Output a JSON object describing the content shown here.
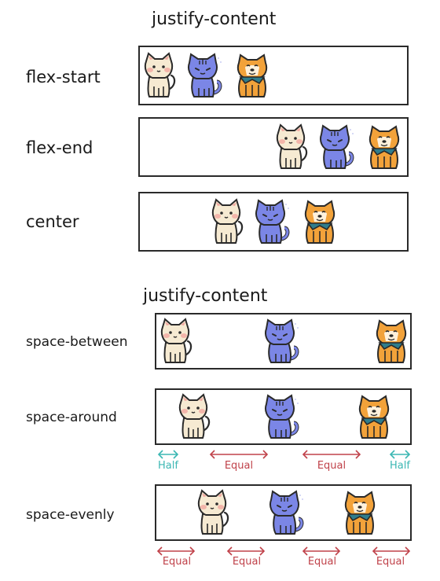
{
  "section1": {
    "heading": "justify-content",
    "rows": [
      {
        "label": "flex-start"
      },
      {
        "label": "flex-end"
      },
      {
        "label": "center"
      }
    ]
  },
  "section2": {
    "heading": "justify-content",
    "rows": [
      {
        "label": "space-between"
      },
      {
        "label": "space-around",
        "gaps": [
          "Half",
          "Equal",
          "Equal",
          "Half"
        ]
      },
      {
        "label": "space-evenly",
        "gaps": [
          "Equal",
          "Equal",
          "Equal",
          "Equal"
        ]
      }
    ]
  },
  "pets": [
    "cream-cat-icon",
    "blue-cat-icon",
    "orange-dog-icon"
  ],
  "colors": {
    "half_arrow": "#3bb7b3",
    "equal_arrow": "#c0424a",
    "cream_cat": "#f6ead2",
    "cream_cat_accent": "#f2a7a0",
    "blue_cat": "#7b86e6",
    "dog": "#f2a23a",
    "dog_scarf": "#2f7d8c"
  }
}
